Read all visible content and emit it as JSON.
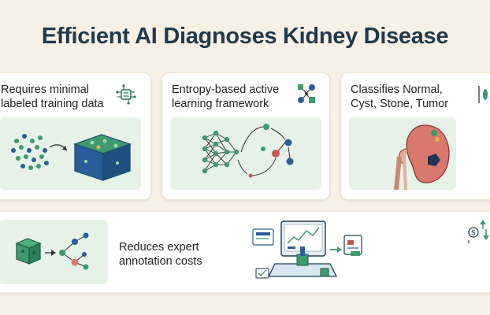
{
  "title": "Efficient AI Diagnoses Kidney Disease",
  "cards": [
    {
      "lines": [
        "Requires minimal",
        "labeled training data"
      ],
      "icon": "circuit-chip-icon"
    },
    {
      "lines": [
        "Entropy-based active",
        "learning framework"
      ],
      "icon": "node-graph-icon"
    },
    {
      "lines": [
        "Classifies Normal,",
        "Cyst, Stone, Tumor"
      ],
      "icon": "kidney-split-icon"
    },
    {
      "lines": [
        "Reduces expert",
        "annotation costs"
      ],
      "icon": "dollar-cost-icon"
    }
  ],
  "colors": {
    "background": "#f7f0e4",
    "title": "#1f3a4f",
    "panel": "#e6f1e8",
    "green": "#3d9b6e",
    "blue": "#2a5d9a",
    "red": "#c8584c",
    "kidney": "#d9786c"
  }
}
